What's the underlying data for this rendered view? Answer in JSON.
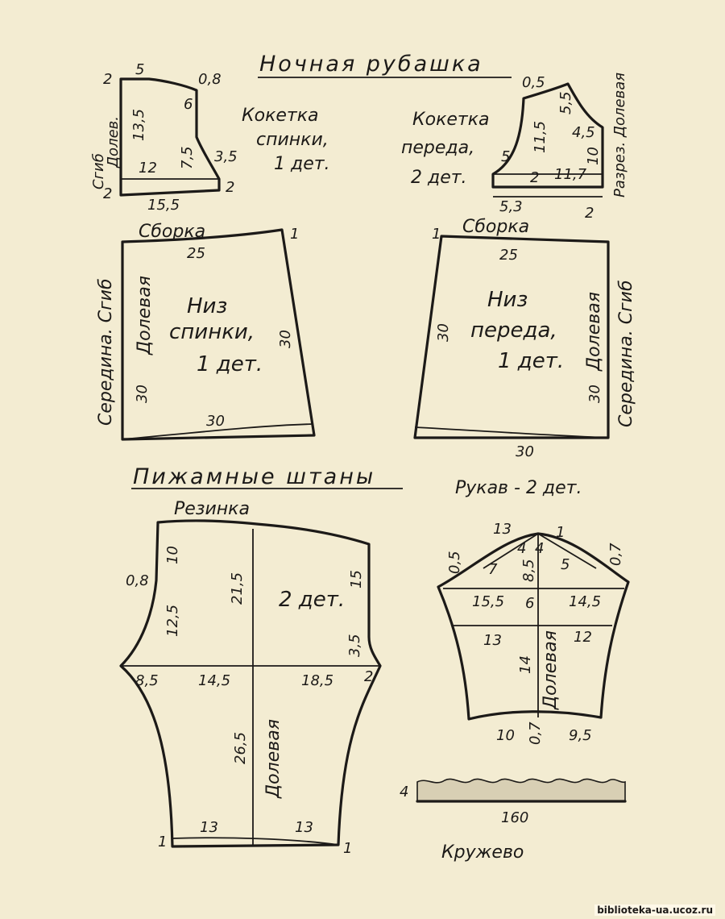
{
  "titles": {
    "nightgown": "Ночная рубашка",
    "pajama_pants": "Пижамные штаны"
  },
  "back_yoke": {
    "name": [
      "Кокетка",
      "спинки,",
      "1 дет."
    ],
    "side_labels": [
      "Долев.",
      "Сгиб"
    ],
    "dims": {
      "top": "5",
      "top_right": "0,8",
      "left_top": "2",
      "bottom_left": "2",
      "vert_a": "13,5",
      "vert_b": "6",
      "vert_c": "7,5",
      "width": "12",
      "curve": "3,5",
      "right": "2",
      "bottom": "15,5"
    }
  },
  "front_yoke": {
    "name": [
      "Кокетка",
      "переда,",
      "2 дет."
    ],
    "side_label": "Разрез. Долевая",
    "dims": {
      "top": "0,5",
      "a": "5,5",
      "b": "4,5",
      "c": "11,5",
      "d": "10",
      "left": "5",
      "e": "2",
      "f": "11,7",
      "bottom": "5,3",
      "right": "2"
    }
  },
  "back_lower": {
    "gather": "Сборка",
    "name": [
      "Низ",
      "спинки,",
      "1 дет."
    ],
    "grain": "Долевая",
    "side": "Середина. Сгиб",
    "dims": {
      "top": "25",
      "corner": "1",
      "left": "30",
      "right": "30",
      "bottom": "30"
    }
  },
  "front_lower": {
    "gather": "Сборка",
    "name": [
      "Низ",
      "переда,",
      "1 дет."
    ],
    "grain": "Долевая",
    "side": "Середина. Сгиб",
    "dims": {
      "top": "25",
      "corner": "1",
      "left": "30",
      "right": "30",
      "bottom": "30"
    }
  },
  "pants": {
    "waistband": "Резинка",
    "name": "2 дет.",
    "grain": "Долевая",
    "dims": {
      "left_top": "10",
      "left_curve": "0,8",
      "left_mid": "12,5",
      "center_top": "21,5",
      "right_top": "15",
      "right_mid": "3,5",
      "right_end": "2",
      "crotch_left": "8,5",
      "hip_left": "14,5",
      "hip_right": "18,5",
      "leg": "26,5",
      "hem_left": "13",
      "hem_right": "13",
      "corner_left": "1",
      "corner_right": "1"
    }
  },
  "sleeve": {
    "title": "Рукав - 2 дет.",
    "grain": "Долевая",
    "dims": {
      "cap_top": "13",
      "cap_a": "4",
      "cap_b": "4",
      "cap_c": "1",
      "left_edge": "0,5",
      "right_edge": "0,7",
      "cap_left": "7",
      "cap_height": "8,5",
      "cap_right": "5",
      "width_left": "15,5",
      "mid": "6",
      "width_right": "14,5",
      "low_left": "13",
      "low_right": "12",
      "length": "14",
      "hem_left": "10",
      "hem_mid": "0,7",
      "hem_right": "9,5"
    }
  },
  "lace": {
    "name": "Кружево",
    "length": "160",
    "width": "4"
  },
  "watermark": "biblioteka-ua.ucoz.ru"
}
